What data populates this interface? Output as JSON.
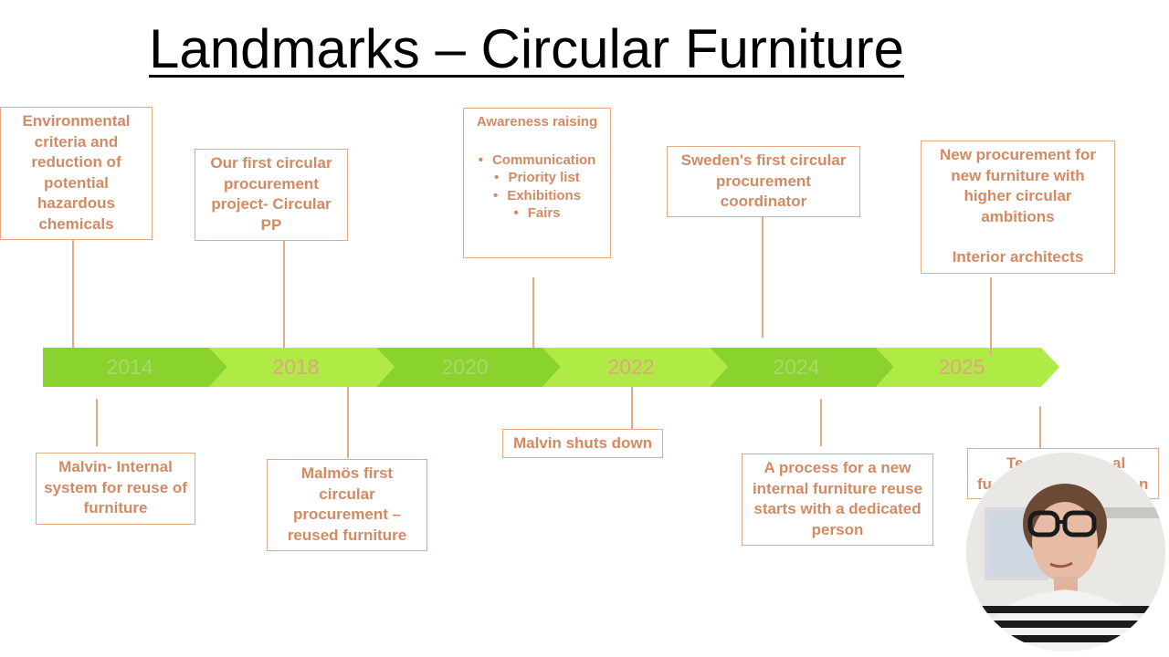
{
  "title": "Landmarks – Circular Furniture",
  "colors": {
    "text_accent": "#d28a63",
    "box_border": "#e2aa88",
    "arrow_dark": "#8ad22e",
    "arrow_light": "#b0ea44"
  },
  "years": [
    {
      "label": "2014"
    },
    {
      "label": "2018"
    },
    {
      "label": "2020"
    },
    {
      "label": "2022"
    },
    {
      "label": "2024"
    },
    {
      "label": "2025"
    }
  ],
  "top_boxes": [
    {
      "text": "Environmental criteria and reduction of potential hazardous chemicals"
    },
    {
      "text": "Our first circular procurement project- Circular PP"
    },
    {
      "heading": "Awareness raising",
      "bullets": [
        "Communication",
        "Priority list",
        "Exhibitions",
        "Fairs"
      ]
    },
    {
      "text": "Sweden's first circular procurement coordinator"
    },
    {
      "text": "New procurement for new furniture with higher circular ambitions",
      "text2": "Interior architects"
    }
  ],
  "bottom_boxes": [
    {
      "text": "Malvin- Internal system for reuse of furniture"
    },
    {
      "text": "Malmös first circular procurement – reused furniture"
    },
    {
      "text": "Malvin shuts down"
    },
    {
      "text": "A process for a new internal furniture reuse starts with a dedicated person"
    },
    {
      "text_left": "Te",
      "text_right": "al",
      "text_left2": "fu",
      "text_right2": "n"
    }
  ],
  "presenter": {
    "icon": "presenter-avatar"
  }
}
